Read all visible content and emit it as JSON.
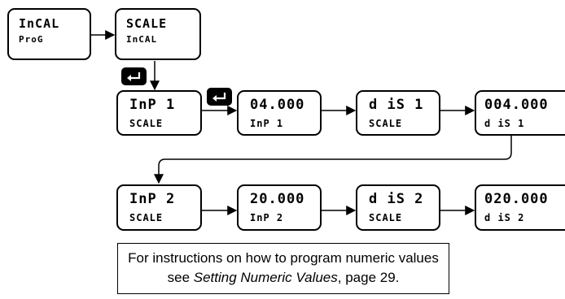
{
  "diagram": {
    "boxes": {
      "incal_prog": {
        "top": "InCAL",
        "bottom": "ProG"
      },
      "scale_incal": {
        "top": "SCALE",
        "bottom": "InCAL"
      },
      "inp1": {
        "top": "InP  1",
        "bottom": "SCALE"
      },
      "val_inp1": {
        "top": "04.000",
        "bottom": "InP  1"
      },
      "dis1": {
        "top": "d iS  1",
        "bottom": "SCALE"
      },
      "val_dis1": {
        "top": "004.000",
        "bottom": "d iS  1"
      },
      "inp2": {
        "top": "InP  2",
        "bottom": "SCALE"
      },
      "val_inp2": {
        "top": "20.000",
        "bottom": "InP  2"
      },
      "dis2": {
        "top": "d iS  2",
        "bottom": "SCALE"
      },
      "val_dis2": {
        "top": "020.000",
        "bottom": "d iS  2"
      }
    },
    "icons": [
      "enter-key-icon",
      "enter-key-icon"
    ],
    "note": {
      "line1": "For instructions on how to program numeric values",
      "line2_prefix": "see ",
      "line2_link": "Setting Numeric Values",
      "line2_suffix": ", page 29."
    }
  }
}
